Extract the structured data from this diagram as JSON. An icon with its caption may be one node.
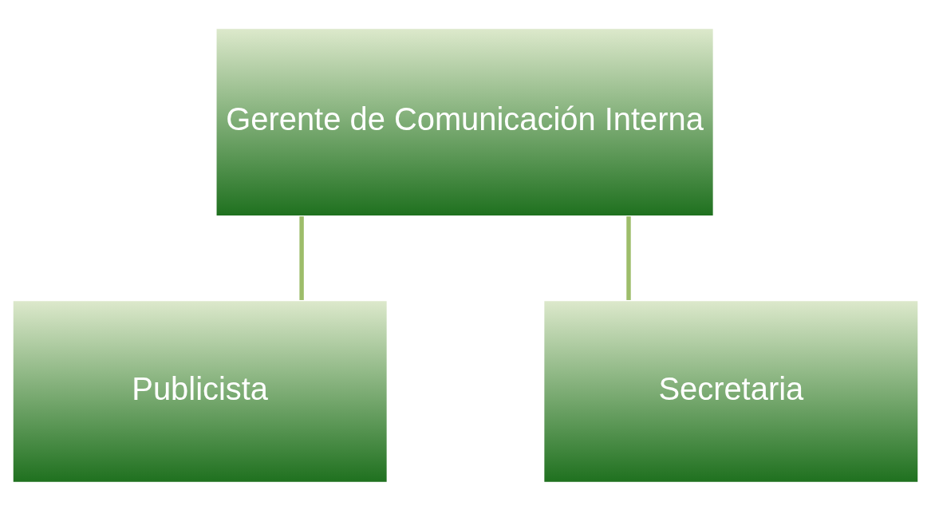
{
  "diagram": {
    "nodes": [
      {
        "text": [
          "Gerente de Comunicación Interna"
        ]
      },
      {
        "text": [
          "Publicista"
        ]
      },
      {
        "text": [
          "Secretaria"
        ]
      }
    ],
    "edges": [
      {
        "from": 0,
        "to": 1,
        "arrow": "none"
      },
      {
        "from": 0,
        "to": 2,
        "arrow": "none"
      }
    ]
  }
}
